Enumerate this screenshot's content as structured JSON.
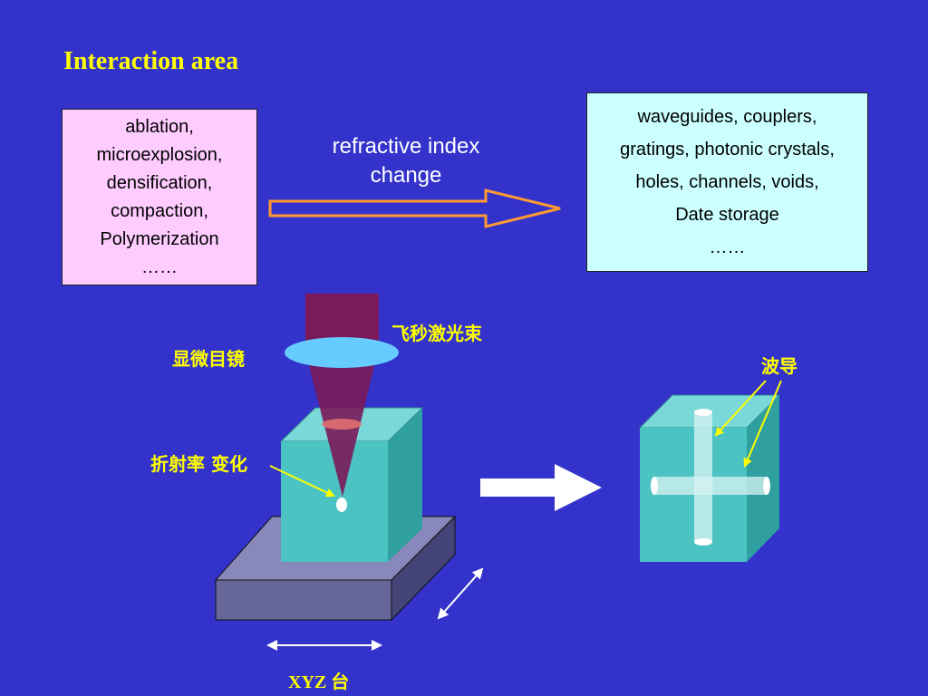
{
  "title": "Interaction area",
  "left_box": {
    "lines": [
      "ablation,",
      "microexplosion,",
      "densification,",
      "compaction,",
      "Polymerization",
      "……"
    ]
  },
  "arrow_label": {
    "line1": "refractive index",
    "line2": "change"
  },
  "right_box": {
    "lines": [
      "waveguides, couplers,",
      "gratings, photonic crystals,",
      "holes, channels, voids,",
      "Date storage",
      "……"
    ]
  },
  "labels": {
    "laser_beam": "飞秒激光束",
    "objective": "显微目镜",
    "refractive_change": "折射率 变化",
    "waveguide": "波导",
    "xyz_stage": "XYZ 台"
  },
  "colors": {
    "background": "#3333cc",
    "title": "#ffff00",
    "left_box": "#ffccff",
    "right_box": "#ccffff",
    "arrow_outline": "#ff9933",
    "glass_cube": "#4cc3c3",
    "stage": "#666699",
    "beam": "#7a1a5a",
    "lens": "#66ccff"
  }
}
